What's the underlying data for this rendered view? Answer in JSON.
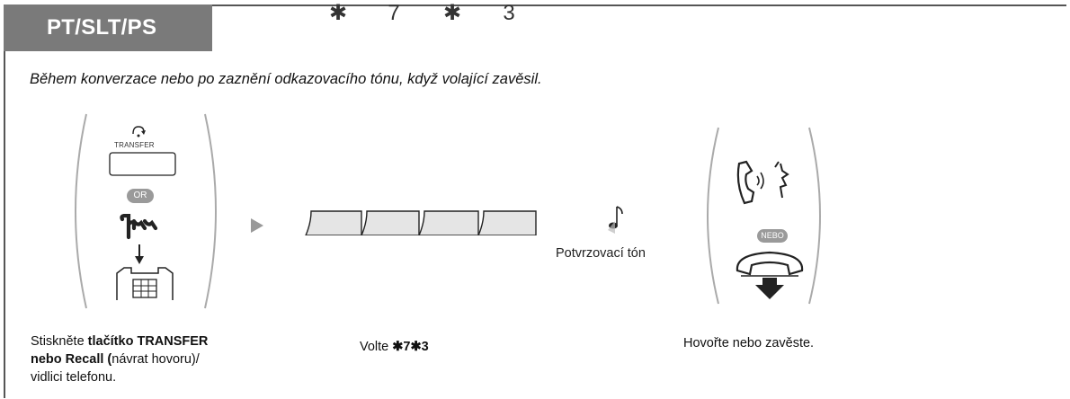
{
  "header": {
    "title": "PT/SLT/PS"
  },
  "condition_text": "Během konverzace nebo po zaznění odkazovacího tónu, když volající zavěsil.",
  "step1": {
    "transfer_key_label": "TRANSFER",
    "or_badge": "OR",
    "text_prefix": "Stiskněte ",
    "text_bold1": "tlačítko TRANSFER",
    "text_bold2": "nebo Recall (",
    "text_normal2": "návrat hovoru)/",
    "text_line3": "vidlici telefonu."
  },
  "step2": {
    "keys": [
      "✱",
      "7",
      "✱",
      "3"
    ],
    "text_prefix": "Volte ",
    "text_code": "✱7✱3"
  },
  "confirmation": {
    "label": "Potvrzovací tón"
  },
  "step3": {
    "nebo_badge": "NEBO",
    "text": "Hovořte nebo zavěste."
  },
  "colors": {
    "tab": "#7a7a7a",
    "paren": "#aaaaaa",
    "badge": "#9a9a9a"
  }
}
